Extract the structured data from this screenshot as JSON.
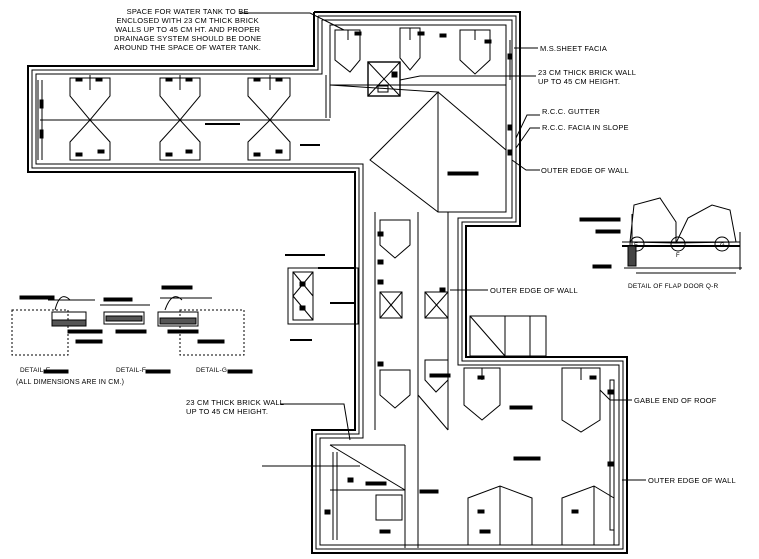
{
  "notes": {
    "water_tank": "SPACE FOR WATER TANK TO BE\nENCLOSED WITH 23 CM THICK BRICK\nWALLS UP TO 45 CM HT. AND PROPER\nDRAINAGE SYSTEM SHOULD BE DONE\nAROUND THE SPACE OF WATER TANK.",
    "ms_sheet_facia": "M.S.SHEET FACIA",
    "brick_wall_top": "23 CM THICK BRICK WALL\nUP TO 45 CM HEIGHT.",
    "rcc_gutter": "R.C.C. GUTTER",
    "rcc_facia_slope": "R.C.C. FACIA IN SLOPE",
    "outer_edge_top": "OUTER EDGE OF WALL",
    "outer_edge_mid": "OUTER EDGE OF WALL",
    "gable_end": "GABLE END OF ROOF",
    "outer_edge_bottom": "OUTER EDGE OF WALL",
    "brick_wall_bottom": "23 CM THICK BRICK WALL\nUP TO 45 CM HEIGHT.",
    "detail_flap_door": "DETAIL OF FLAP DOOR Q-R",
    "detail_e": "DETAIL-E",
    "detail_f": "DETAIL-F",
    "detail_g": "DETAIL-G",
    "dimensions_note": "(ALL DIMENSIONS ARE IN CM.)"
  },
  "callout_marks": {
    "flap_e": "E",
    "flap_f": "F",
    "flap_g": "G"
  }
}
